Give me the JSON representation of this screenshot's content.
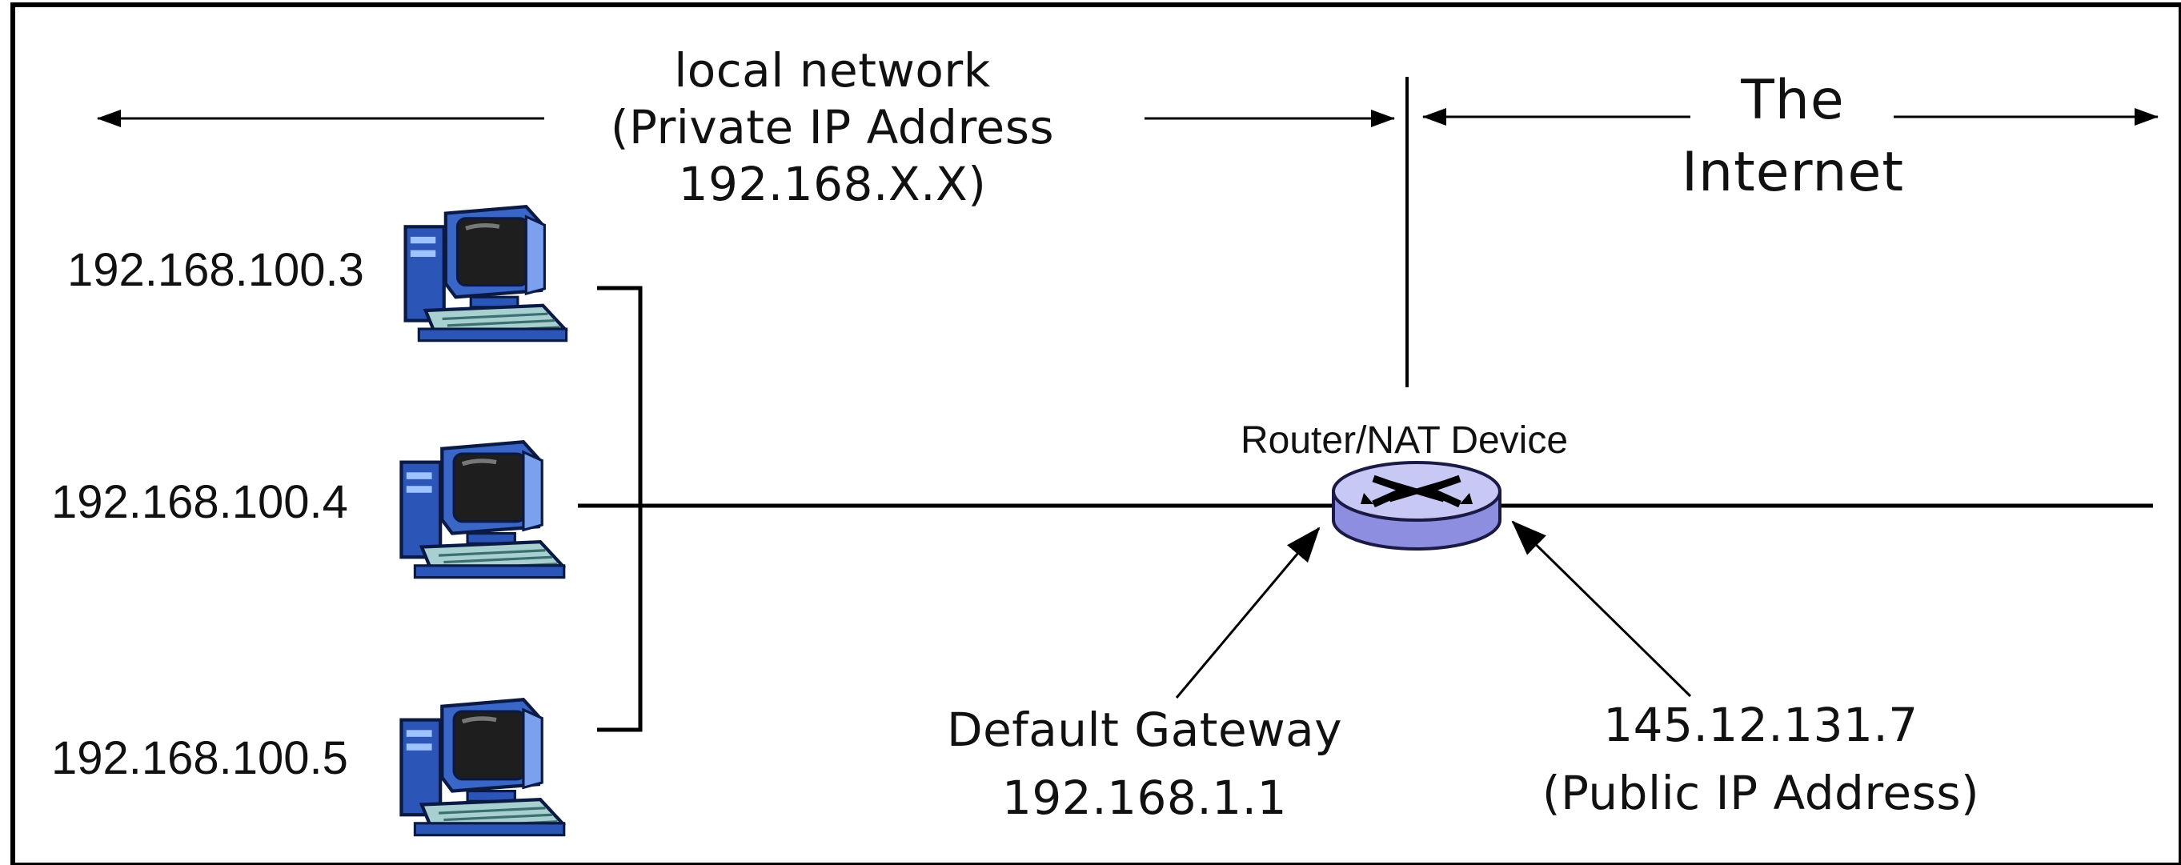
{
  "local_network": {
    "lines": [
      "local network",
      "(Private IP Address",
      "192.168.X.X)"
    ]
  },
  "internet": {
    "lines": [
      "The",
      "Internet"
    ]
  },
  "hosts": [
    {
      "ip": "192.168.100.3",
      "icon": "desktop-computer-icon"
    },
    {
      "ip": "192.168.100.4",
      "icon": "desktop-computer-icon"
    },
    {
      "ip": "192.168.100.5",
      "icon": "desktop-computer-icon"
    }
  ],
  "router": {
    "label": "Router/NAT Device",
    "icon": "router-icon"
  },
  "gateway": {
    "lines": [
      "Default Gateway",
      "192.168.1.1"
    ]
  },
  "public": {
    "lines": [
      "145.12.131.7",
      "(Public IP Address)"
    ]
  },
  "colors": {
    "frame": "#000000",
    "line": "#000000",
    "router_fill": "#c8c8f4",
    "monitor_blue": "#2c55b8",
    "screen": "#1e1e1e",
    "keyboard": "#a8d0d0"
  }
}
